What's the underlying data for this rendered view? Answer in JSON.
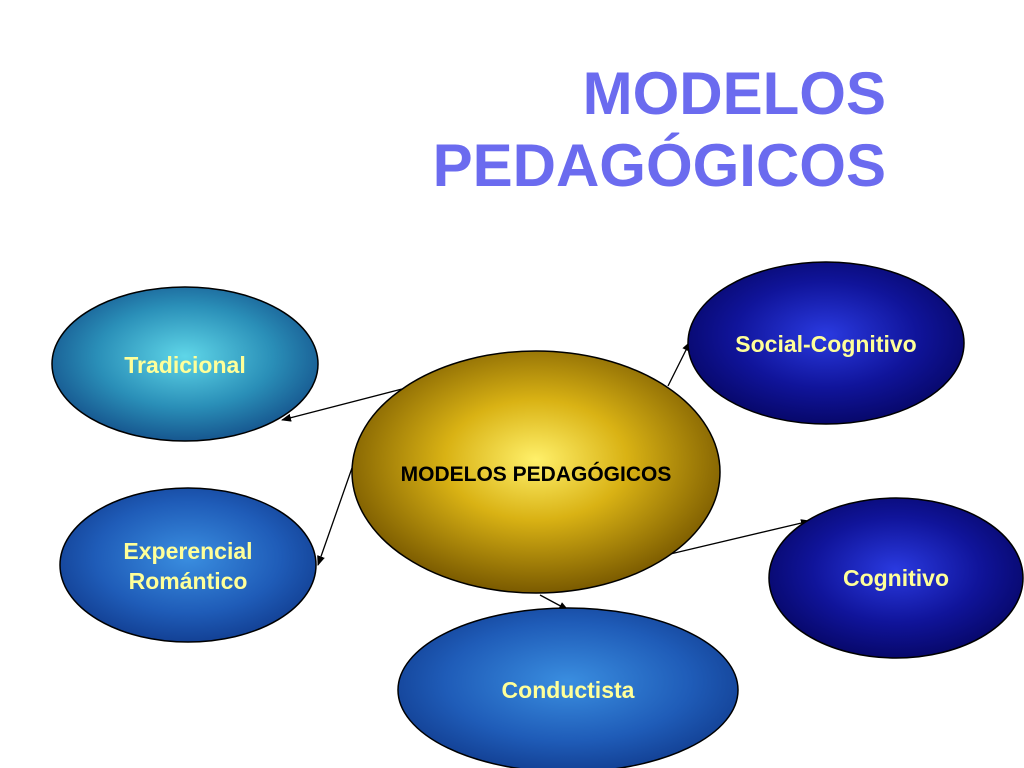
{
  "title": {
    "line1": "MODELOS",
    "line2": "PEDAGÓGICOS"
  },
  "center": {
    "label": "MODELOS PEDAGÓGICOS",
    "text_color": "#000000"
  },
  "nodes": {
    "tradicional": {
      "label": "Tradicional"
    },
    "experencial": {
      "line1": "Experencial",
      "line2": "Romántico"
    },
    "conductista": {
      "label": "Conductista"
    },
    "social_cognitivo": {
      "label": "Social-Cognitivo"
    },
    "cognitivo": {
      "label": "Cognitivo"
    }
  },
  "colors": {
    "title": "#6b6bef",
    "node_text": "#ffff99",
    "center_gold": "#b8920a",
    "node_blue": "#1f4fb0",
    "node_navy": "#0a0a8a"
  }
}
